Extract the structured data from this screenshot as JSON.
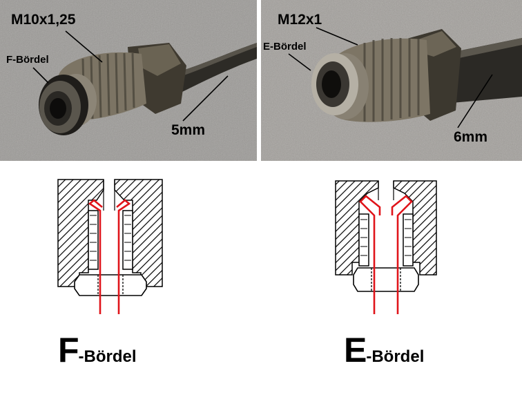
{
  "photos": {
    "left": {
      "thread_label": "M10x1,25",
      "flare_label": "F-Bördel",
      "pipe_label": "5mm"
    },
    "right": {
      "thread_label": "M12x1",
      "flare_label": "E-Bördel",
      "pipe_label": "6mm"
    }
  },
  "diagrams": {
    "left": {
      "caption_letter": "F",
      "caption_rest": "-Bördel"
    },
    "right": {
      "caption_letter": "E",
      "caption_rest": "-Bördel"
    }
  },
  "colors": {
    "pipe_line": "#e0141a",
    "hatching": "#000000",
    "background": "#ffffff"
  }
}
